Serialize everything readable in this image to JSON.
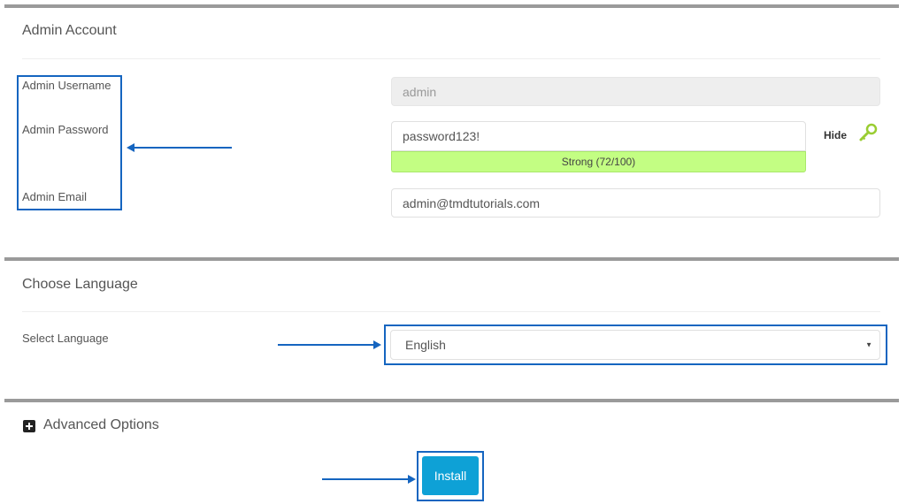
{
  "admin_account": {
    "title": "Admin Account",
    "username": {
      "label": "Admin Username",
      "value": "admin",
      "disabled": true
    },
    "password": {
      "label": "Admin Password",
      "value": "password123!",
      "strength_text": "Strong (72/100)",
      "strength_color": "#c3fe83",
      "toggle_label": "Hide",
      "toggle_icon": "key-icon"
    },
    "email": {
      "label": "Admin Email",
      "value": "admin@tmdtutorials.com"
    }
  },
  "language": {
    "title": "Choose Language",
    "label": "Select Language",
    "selected": "English",
    "caret": "▼"
  },
  "advanced": {
    "label": "Advanced Options",
    "icon": "plus-square-icon"
  },
  "install": {
    "label": "Install",
    "color": "#0ea1d6"
  },
  "annotations": {
    "color": "#1565c0"
  }
}
